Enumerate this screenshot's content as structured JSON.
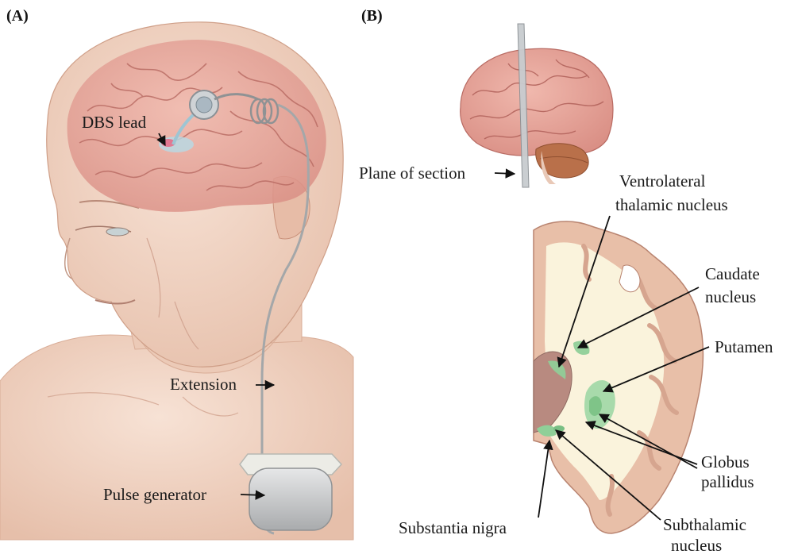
{
  "panel_a": {
    "letter": "(A)",
    "labels": {
      "dbs_lead": "DBS lead",
      "extension": "Extension",
      "pulse_generator": "Pulse generator"
    }
  },
  "panel_b": {
    "letter": "(B)",
    "labels": {
      "plane_of_section": "Plane of section",
      "ventrolateral_1": "Ventrolateral",
      "ventrolateral_2": "thalamic nucleus",
      "caudate_1": "Caudate",
      "caudate_2": "nucleus",
      "putamen": "Putamen",
      "globus_1": "Globus",
      "globus_2": "pallidus",
      "substantia_nigra": "Substantia nigra",
      "subthalamic_1": "Subthalamic",
      "subthalamic_2": "nucleus"
    }
  },
  "colors": {
    "skin": "#f2d6c6",
    "skin_shadow": "#e3b9a4",
    "brain_pink": "#e7a9a0",
    "brain_dark": "#c97b72",
    "cerebellum": "#b9704a",
    "white_matter": "#faf3dc",
    "gray_matter": "#e8bfa8",
    "nucleus_green": "#8fcf98",
    "device_gray": "#c9cbcc"
  }
}
